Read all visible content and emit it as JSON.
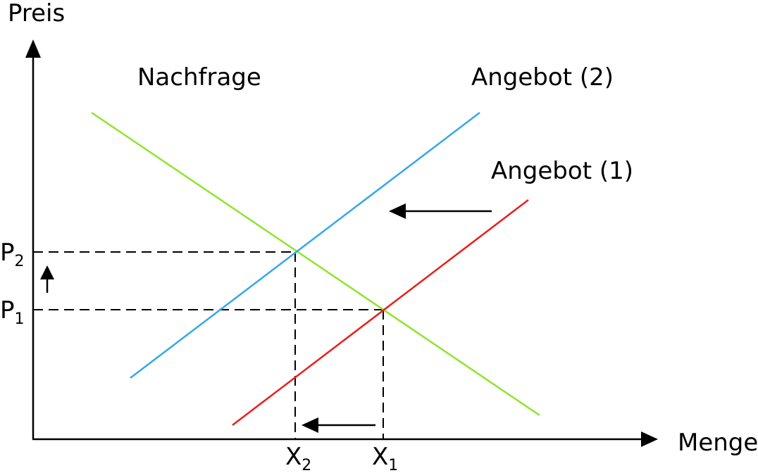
{
  "axes": {
    "y_label": "Preis",
    "x_label": "Menge"
  },
  "curves": {
    "demand": {
      "label": "Nachfrage",
      "color": "#8ee52a"
    },
    "supply2": {
      "label": "Angebot (2)",
      "color": "#33a8e8"
    },
    "supply1": {
      "label": "Angebot (1)",
      "color": "#e8201c"
    }
  },
  "ticks": {
    "p2": {
      "main": "P",
      "sub": "2"
    },
    "p1": {
      "main": "P",
      "sub": "1"
    },
    "x2": {
      "main": "X",
      "sub": "2"
    },
    "x1": {
      "main": "X",
      "sub": "1"
    }
  }
}
